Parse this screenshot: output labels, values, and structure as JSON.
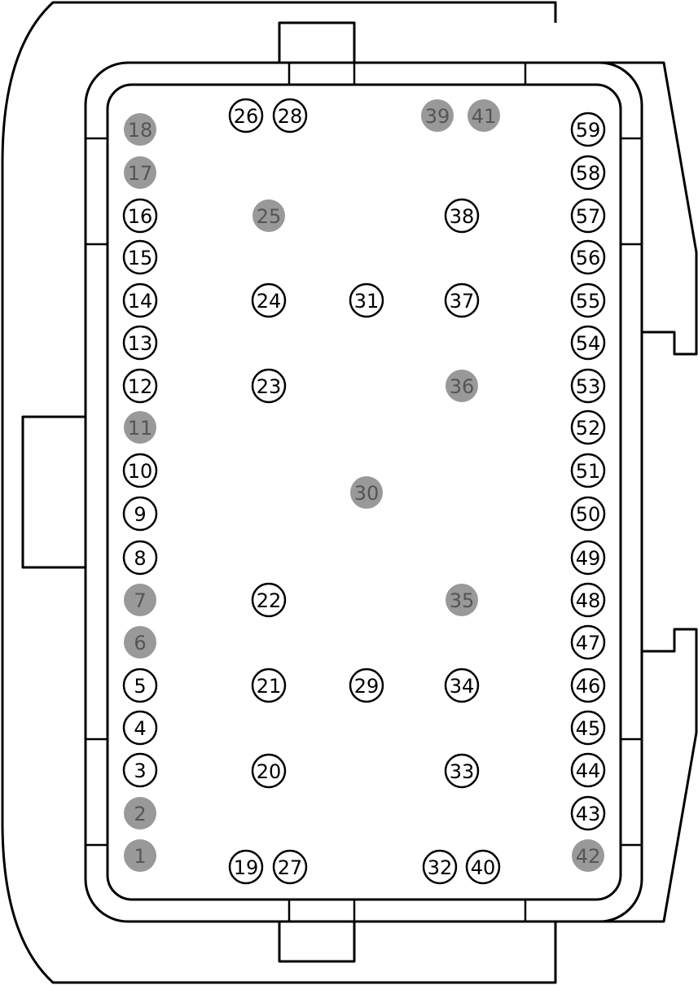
{
  "connector": {
    "colors": {
      "empty_pin_fill": "#ffffff",
      "populated_pin_fill": "#999999",
      "populated_label": "#555555",
      "outline": "#000000"
    },
    "pins": [
      {
        "label": "1",
        "state": "filled"
      },
      {
        "label": "2",
        "state": "filled"
      },
      {
        "label": "3",
        "state": "open"
      },
      {
        "label": "4",
        "state": "open"
      },
      {
        "label": "5",
        "state": "open"
      },
      {
        "label": "6",
        "state": "filled"
      },
      {
        "label": "7",
        "state": "filled"
      },
      {
        "label": "8",
        "state": "open"
      },
      {
        "label": "9",
        "state": "open"
      },
      {
        "label": "10",
        "state": "open"
      },
      {
        "label": "11",
        "state": "filled"
      },
      {
        "label": "12",
        "state": "open"
      },
      {
        "label": "13",
        "state": "open"
      },
      {
        "label": "14",
        "state": "open"
      },
      {
        "label": "15",
        "state": "open"
      },
      {
        "label": "16",
        "state": "open"
      },
      {
        "label": "17",
        "state": "filled"
      },
      {
        "label": "18",
        "state": "filled"
      },
      {
        "label": "19",
        "state": "open"
      },
      {
        "label": "20",
        "state": "open"
      },
      {
        "label": "21",
        "state": "open"
      },
      {
        "label": "22",
        "state": "open"
      },
      {
        "label": "23",
        "state": "open"
      },
      {
        "label": "24",
        "state": "open"
      },
      {
        "label": "25",
        "state": "filled"
      },
      {
        "label": "26",
        "state": "open"
      },
      {
        "label": "27",
        "state": "open"
      },
      {
        "label": "28",
        "state": "open"
      },
      {
        "label": "29",
        "state": "open"
      },
      {
        "label": "30",
        "state": "filled"
      },
      {
        "label": "31",
        "state": "open"
      },
      {
        "label": "32",
        "state": "open"
      },
      {
        "label": "33",
        "state": "open"
      },
      {
        "label": "34",
        "state": "open"
      },
      {
        "label": "35",
        "state": "filled"
      },
      {
        "label": "36",
        "state": "filled"
      },
      {
        "label": "37",
        "state": "open"
      },
      {
        "label": "38",
        "state": "open"
      },
      {
        "label": "39",
        "state": "filled"
      },
      {
        "label": "40",
        "state": "open"
      },
      {
        "label": "41",
        "state": "filled"
      },
      {
        "label": "42",
        "state": "filled"
      },
      {
        "label": "43",
        "state": "open"
      },
      {
        "label": "44",
        "state": "open"
      },
      {
        "label": "45",
        "state": "open"
      },
      {
        "label": "46",
        "state": "open"
      },
      {
        "label": "47",
        "state": "open"
      },
      {
        "label": "48",
        "state": "open"
      },
      {
        "label": "49",
        "state": "open"
      },
      {
        "label": "50",
        "state": "open"
      },
      {
        "label": "51",
        "state": "open"
      },
      {
        "label": "52",
        "state": "open"
      },
      {
        "label": "53",
        "state": "open"
      },
      {
        "label": "54",
        "state": "open"
      },
      {
        "label": "55",
        "state": "open"
      },
      {
        "label": "56",
        "state": "open"
      },
      {
        "label": "57",
        "state": "open"
      },
      {
        "label": "58",
        "state": "open"
      },
      {
        "label": "59",
        "state": "open"
      }
    ]
  }
}
